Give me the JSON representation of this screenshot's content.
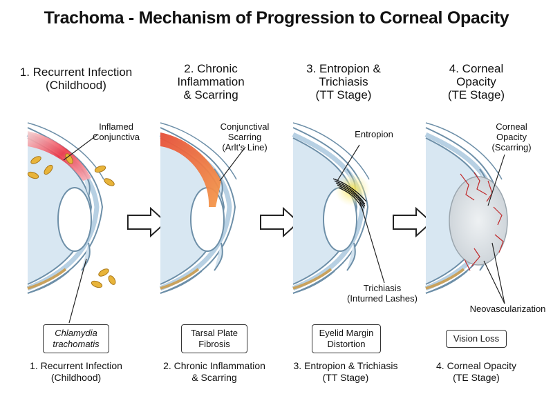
{
  "title": "Trachoma - Mechanism of Progression to Corneal Opacity",
  "stages": [
    {
      "heading": "1. Recurrent Infection\n(Childhood)",
      "callout": "Inflamed\nConjunctiva",
      "box_label": "Chlamydia\ntrachomatis",
      "caption": "1. Recurrent Infection\n(Childhood)"
    },
    {
      "heading": "2. Chronic\nInflammation\n& Scarring",
      "callout": "Conjunctival\nScarring\n(Arlt's Line)",
      "box_label": "Tarsal Plate\nFibrosis",
      "caption": "2. Chronic Inflammation\n& Scarring"
    },
    {
      "heading": "3. Entropion &\nTrichiasis\n(TT Stage)",
      "callout": "Entropion",
      "callout2": "Trichiasis\n(Inturned Lashes)",
      "box_label": "Eyelid Margin\nDistortion",
      "caption": "3. Entropion & Trichiasis\n(TT Stage)"
    },
    {
      "heading": "4. Corneal\nOpacity\n(TE Stage)",
      "callout": "Corneal\nOpacity\n(Scarring)",
      "callout2": "Neovascularization",
      "box_label": "Vision Loss",
      "caption": "4. Corneal Opacity\n(TE Stage)"
    }
  ]
}
